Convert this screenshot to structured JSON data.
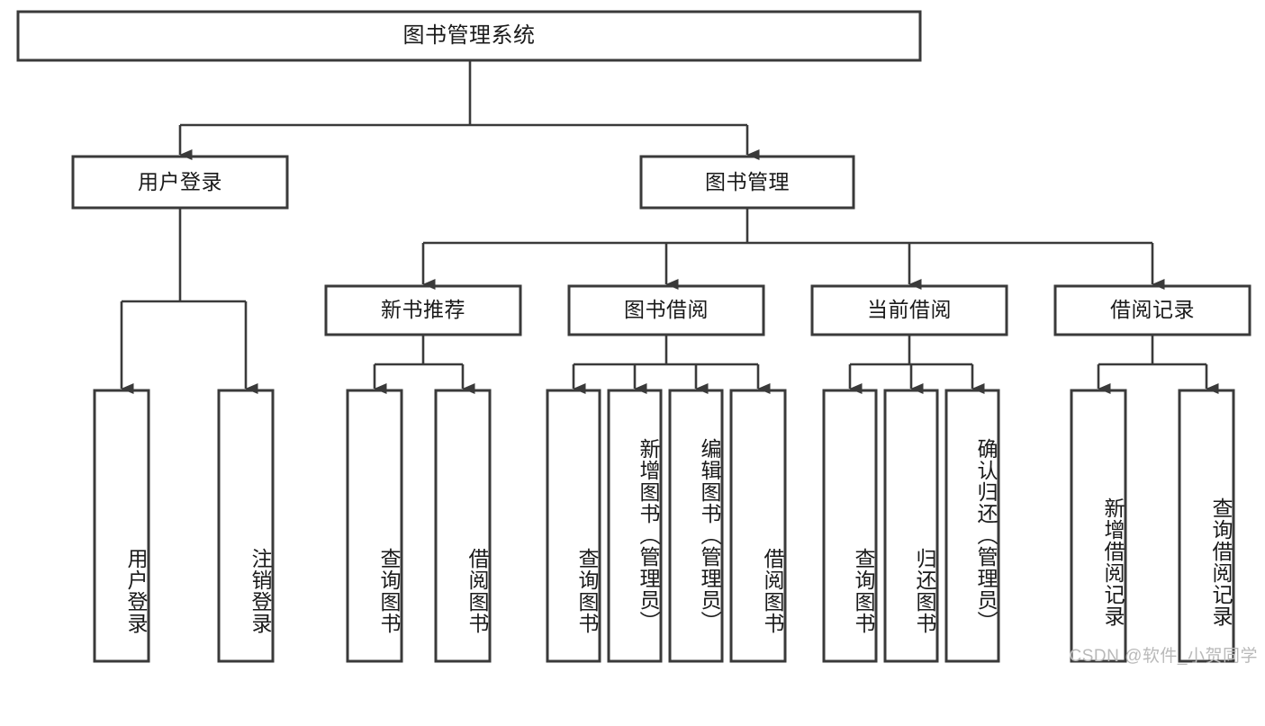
{
  "diagram": {
    "kind": "tree-hierarchy",
    "title": "图书管理系统",
    "root": {
      "id": "root",
      "label": "图书管理系统",
      "orientation": "horizontal"
    },
    "level2": [
      {
        "id": "user-login",
        "label": "用户登录",
        "orientation": "horizontal"
      },
      {
        "id": "book-manage",
        "label": "图书管理",
        "orientation": "horizontal"
      }
    ],
    "level3": [
      {
        "id": "new-book-recommend",
        "label": "新书推荐",
        "orientation": "horizontal",
        "parent": "book-manage"
      },
      {
        "id": "book-borrow",
        "label": "图书借阅",
        "orientation": "horizontal",
        "parent": "book-manage"
      },
      {
        "id": "current-borrow",
        "label": "当前借阅",
        "orientation": "horizontal",
        "parent": "book-manage"
      },
      {
        "id": "borrow-record",
        "label": "借阅记录",
        "orientation": "horizontal",
        "parent": "book-manage"
      }
    ],
    "leaves": [
      {
        "id": "leaf-user-login",
        "label": "用户登录",
        "parent": "user-login",
        "orientation": "vertical"
      },
      {
        "id": "leaf-user-logout",
        "label": "注销登录",
        "parent": "user-login",
        "orientation": "vertical"
      },
      {
        "id": "leaf-query-book-1",
        "label": "查询图书",
        "parent": "new-book-recommend",
        "orientation": "vertical"
      },
      {
        "id": "leaf-borrow-book-1",
        "label": "借阅图书",
        "parent": "new-book-recommend",
        "orientation": "vertical"
      },
      {
        "id": "leaf-query-book-2",
        "label": "查询图书",
        "parent": "book-borrow",
        "orientation": "vertical"
      },
      {
        "id": "leaf-add-book",
        "label": "新增图书（管理员）",
        "parent": "book-borrow",
        "orientation": "vertical"
      },
      {
        "id": "leaf-edit-book",
        "label": "编辑图书（管理员）",
        "parent": "book-borrow",
        "orientation": "vertical"
      },
      {
        "id": "leaf-borrow-book-2",
        "label": "借阅图书",
        "parent": "book-borrow",
        "orientation": "vertical"
      },
      {
        "id": "leaf-query-book-3",
        "label": "查询图书",
        "parent": "current-borrow",
        "orientation": "vertical"
      },
      {
        "id": "leaf-return-book",
        "label": "归还图书",
        "parent": "current-borrow",
        "orientation": "vertical"
      },
      {
        "id": "leaf-confirm-return",
        "label": "确认归还（管理员）",
        "parent": "current-borrow",
        "orientation": "vertical"
      },
      {
        "id": "leaf-add-record",
        "label": "新增借阅记录",
        "parent": "borrow-record",
        "orientation": "vertical"
      },
      {
        "id": "leaf-query-record",
        "label": "查询借阅记录",
        "parent": "borrow-record",
        "orientation": "vertical"
      }
    ],
    "colors": {
      "background": "#ffffff",
      "box_fill": "#ffffff",
      "box_stroke": "#3a3a3a",
      "connector": "#3a3a3a",
      "text": "#1a1a1a",
      "watermark": "#b9b9b9"
    }
  },
  "watermark": {
    "text": "CSDN @软件_小贺同学"
  }
}
